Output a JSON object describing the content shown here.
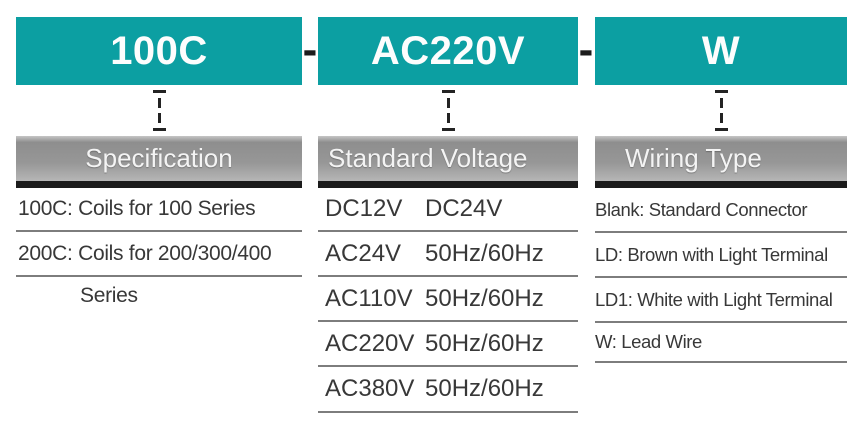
{
  "code_builder": {
    "separator": "-",
    "segments": [
      "100C",
      "AC220V",
      "W"
    ]
  },
  "columns": [
    {
      "header": "Specification",
      "rows": [
        "100C: Coils for 100 Series",
        "200C: Coils for 200/300/400",
        "Series"
      ]
    },
    {
      "header": "Standard Voltage",
      "rows": [
        {
          "cells": [
            "DC12V",
            "DC24V"
          ]
        },
        {
          "cells": [
            "AC24V",
            "50Hz/60Hz"
          ]
        },
        {
          "cells": [
            "AC110V",
            "50Hz/60Hz"
          ]
        },
        {
          "cells": [
            "AC220V",
            "50Hz/60Hz"
          ]
        },
        {
          "cells": [
            "AC380V",
            "50Hz/60Hz"
          ]
        }
      ]
    },
    {
      "header": "Wiring Type",
      "rows": [
        "Blank: Standard Connector",
        "LD: Brown with Light Terminal",
        "LD1: White with Light Terminal",
        "W: Lead Wire"
      ]
    }
  ],
  "colors": {
    "accent_teal": "#0c9fa2",
    "header_gray_mid": "#979797",
    "underline_black": "#1b1b1b",
    "separator_line_gray": "#7d7d7d",
    "row_text": "#383838",
    "code_text": "#fdfdfd"
  }
}
